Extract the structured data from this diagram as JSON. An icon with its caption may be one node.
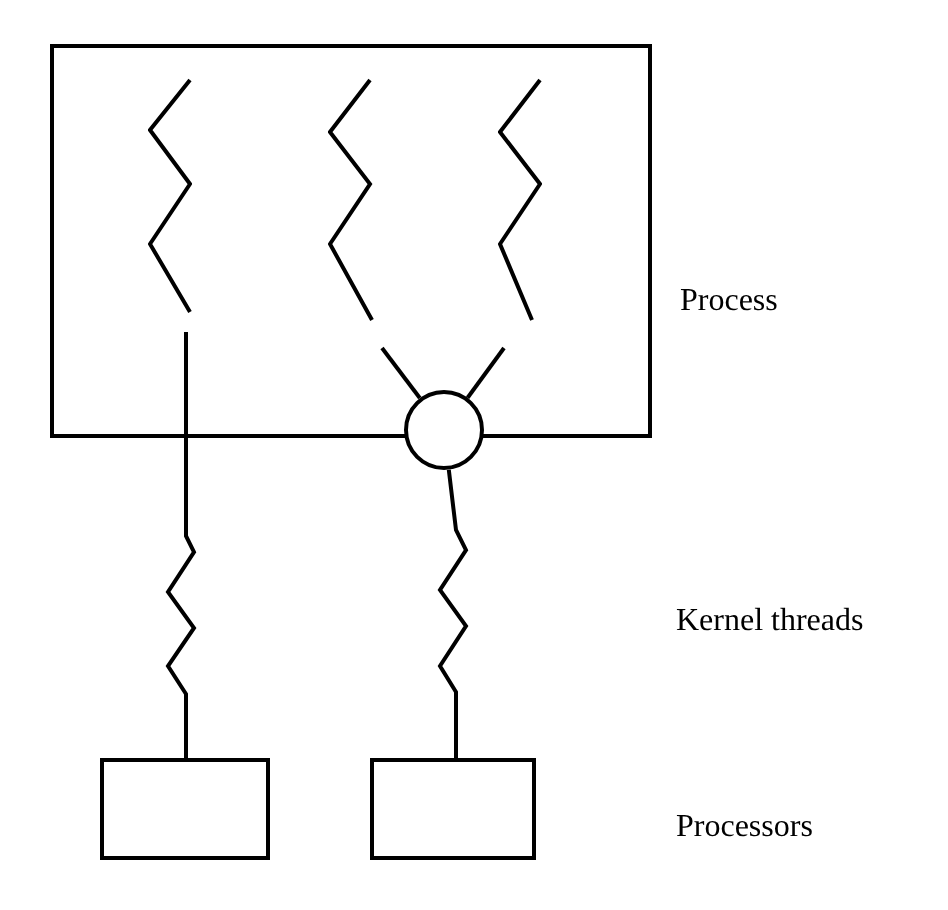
{
  "diagram": {
    "nodes": [
      {
        "text": [
          "Process"
        ]
      },
      {
        "text": [],
        "shape": "zigzag",
        "in": 0
      },
      {
        "text": [],
        "shape": "zigzag",
        "in": 0
      },
      {
        "text": [],
        "shape": "zigzag",
        "in": 0
      },
      {
        "text": [],
        "shape": "circle"
      },
      {
        "text": [],
        "shape": "box"
      },
      {
        "text": [],
        "shape": "box"
      }
    ],
    "edges": [
      {
        "from": 1,
        "to": 5,
        "arrow": "none"
      },
      {
        "from": 2,
        "to": 4,
        "arrow": "none"
      },
      {
        "from": 3,
        "to": 4,
        "arrow": "none"
      },
      {
        "from": 4,
        "to": 6,
        "arrow": "none"
      }
    ],
    "labels": [
      "Kernel threads",
      "Processors"
    ]
  }
}
